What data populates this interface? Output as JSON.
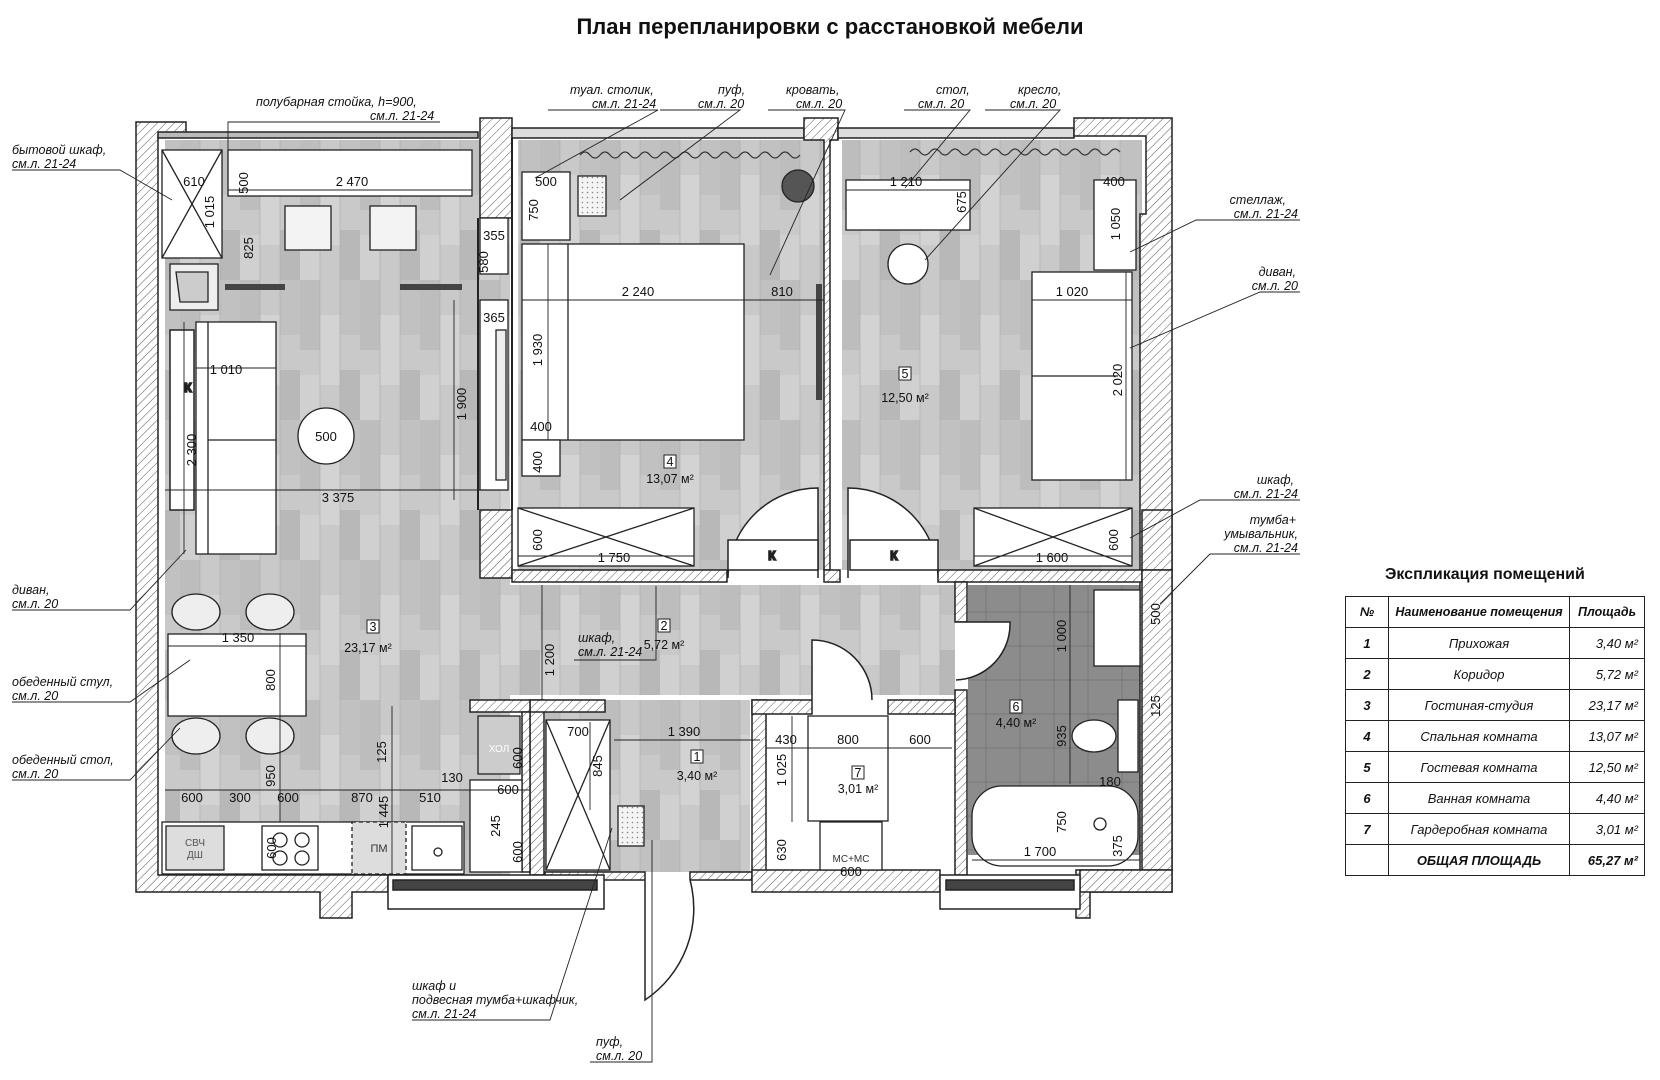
{
  "title": "План перепланировки с расстановкой мебели",
  "explication": {
    "title": "Экспликация помещений",
    "headers": [
      "№",
      "Наименование помещения",
      "Площадь"
    ],
    "rows": [
      {
        "n": "1",
        "name": "Прихожая",
        "area": "3,40 м²"
      },
      {
        "n": "2",
        "name": "Коридор",
        "area": "5,72 м²"
      },
      {
        "n": "3",
        "name": "Гостиная-студия",
        "area": "23,17 м²"
      },
      {
        "n": "4",
        "name": "Спальная комната",
        "area": "13,07 м²"
      },
      {
        "n": "5",
        "name": "Гостевая комната",
        "area": "12,50 м²"
      },
      {
        "n": "6",
        "name": "Ванная комната",
        "area": "4,40 м²"
      },
      {
        "n": "7",
        "name": "Гардеробная комната",
        "area": "3,01 м²"
      }
    ],
    "total_label": "ОБЩАЯ ПЛОЩАДЬ",
    "total_area": "65,27 м²"
  },
  "rooms": [
    {
      "n": "1",
      "area": "3,40 м²"
    },
    {
      "n": "2",
      "area": "5,72 м²"
    },
    {
      "n": "3",
      "area": "23,17 м²"
    },
    {
      "n": "4",
      "area": "13,07 м²"
    },
    {
      "n": "5",
      "area": "12,50 м²"
    },
    {
      "n": "6",
      "area": "4,40 м²"
    },
    {
      "n": "7",
      "area": "3,01 м²"
    }
  ],
  "labels": {
    "bar_counter": [
      "полубарная стойка, h=900,",
      "см.л. 21-24"
    ],
    "household_cabinet": [
      "бытовой шкаф,",
      "см.л. 21-24"
    ],
    "dressing_table": [
      "туал. столик,",
      "см.л. 21-24"
    ],
    "pouf_top": [
      "пуф,",
      "см.л. 20"
    ],
    "bed": [
      "кровать,",
      "см.л. 20"
    ],
    "table": [
      "стол,",
      "см.л. 20"
    ],
    "armchair": [
      "кресло,",
      "см.л. 20"
    ],
    "shelving": [
      "стеллаж,",
      "см.л. 21-24"
    ],
    "sofa_right": [
      "диван,",
      "см.л. 20"
    ],
    "wardrobe_right": [
      "шкаф,",
      "см.л. 21-24"
    ],
    "vanity": [
      "тумба+",
      "умывальник,",
      "см.л. 21-24"
    ],
    "sofa_left": [
      "диван,",
      "см.л. 20"
    ],
    "dining_chair": [
      "обеденный стул,",
      "см.л. 20"
    ],
    "dining_table": [
      "обеденный стол,",
      "см.л. 20"
    ],
    "wardrobe_mid": [
      "шкаф,",
      "см.л. 21-24"
    ],
    "wardrobe_hanging": [
      "шкаф и",
      "подвесная тумба+шкафчик,",
      "см.л. 21-24"
    ],
    "pouf_bottom": [
      "пуф,",
      "см.л. 20"
    ]
  },
  "marks": {
    "radiator": "К",
    "fridge": "ХОЛ",
    "dishwasher": "ПМ",
    "microwave": [
      "СВЧ",
      "ДШ"
    ],
    "washer_dryer": "МС+МС"
  },
  "dimensions": {
    "d610": "610",
    "d500a": "500",
    "d2470": "2 470",
    "d1015": "1 015",
    "d825": "825",
    "d355": "355",
    "d580": "580",
    "d365": "365",
    "d1010": "1 010",
    "d1900": "1 900",
    "d500c": "500",
    "d2300": "2 300",
    "d3375": "3 375",
    "d500b": "500",
    "d750a": "750",
    "d2240": "2 240",
    "d810": "810",
    "d1930": "1 930",
    "d400a": "400",
    "d400b": "400",
    "d600a": "600",
    "d1750": "1 750",
    "d1210": "1 210",
    "d675": "675",
    "d400c": "400",
    "d1050": "1 050",
    "d1020": "1 020",
    "d2020": "2 020",
    "d1600": "1 600",
    "d600b": "600",
    "d1200": "1 200",
    "d1350": "1 350",
    "d800a": "800",
    "d950": "950",
    "d125a": "125",
    "d600c": "600",
    "d130": "130",
    "d600d": "600",
    "d245": "245",
    "d600e": "600",
    "d600f": "600",
    "d300": "300",
    "d600g": "600",
    "d870": "870",
    "d510": "510",
    "d1445": "1 445",
    "d600h": "600",
    "d700": "700",
    "d845": "845",
    "d1390": "1 390",
    "d430": "430",
    "d800b": "800",
    "d600i": "600",
    "d1025": "1 025",
    "d630": "630",
    "d600j": "600",
    "d500d": "500",
    "d1000": "1 000",
    "d125b": "125",
    "d935": "935",
    "d180": "180",
    "d750b": "750",
    "d375": "375",
    "d1700": "1 700"
  }
}
